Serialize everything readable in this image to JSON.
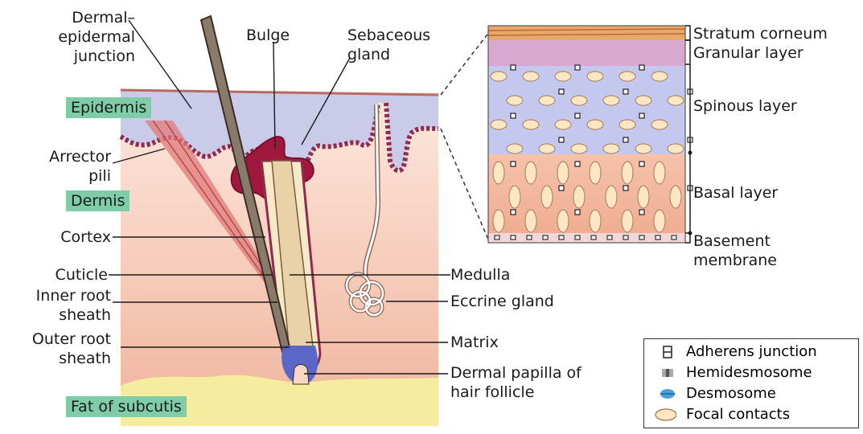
{
  "labels": {
    "dermal_epidermal_junction": [
      "Dermal–",
      "epidermal",
      "junction"
    ],
    "bulge": "Bulge",
    "sebaceous_gland": [
      "Sebaceous",
      "gland"
    ],
    "epidermis": "Epidermis",
    "arrector_pili": [
      "Arrector",
      "pili"
    ],
    "dermis": "Dermis",
    "cortex": "Cortex",
    "cuticle": "Cuticle",
    "inner_root_sheath": [
      "Inner root",
      "sheath"
    ],
    "outer_root_sheath": [
      "Outer root",
      "sheath"
    ],
    "fat_of_subcutis": "Fat of subcutis",
    "medulla": "Medulla",
    "eccrine_gland": "Eccrine gland",
    "matrix": "Matrix",
    "dermal_papilla": [
      "Dermal papilla of",
      "hair follicle"
    ],
    "stratum_corneum": "Stratum corneum",
    "granular_layer": "Granular layer",
    "spinous_layer": "Spinous layer",
    "basal_layer": "Basal layer",
    "basement_membrane": [
      "Basement",
      "membrane"
    ]
  },
  "legend": [
    {
      "label": "Adherens junction",
      "icon": "adherens-junction-icon"
    },
    {
      "label": "Hemidesmosome",
      "icon": "hemidesmosome-icon"
    },
    {
      "label": "Desmosome",
      "icon": "desmosome-icon"
    },
    {
      "label": "Focal contacts",
      "icon": "focal-contact-icon"
    }
  ],
  "colors": {
    "epidermis": "#c9cbe8",
    "dermis_top": "#fbe3d8",
    "dermis_bottom": "#f2b8a2",
    "fat": "#f6eca0",
    "junction": "#8e2b4e",
    "label_box": "#7fcca8",
    "papilla": "#5a67c8",
    "corneum": "#e8a86a"
  }
}
